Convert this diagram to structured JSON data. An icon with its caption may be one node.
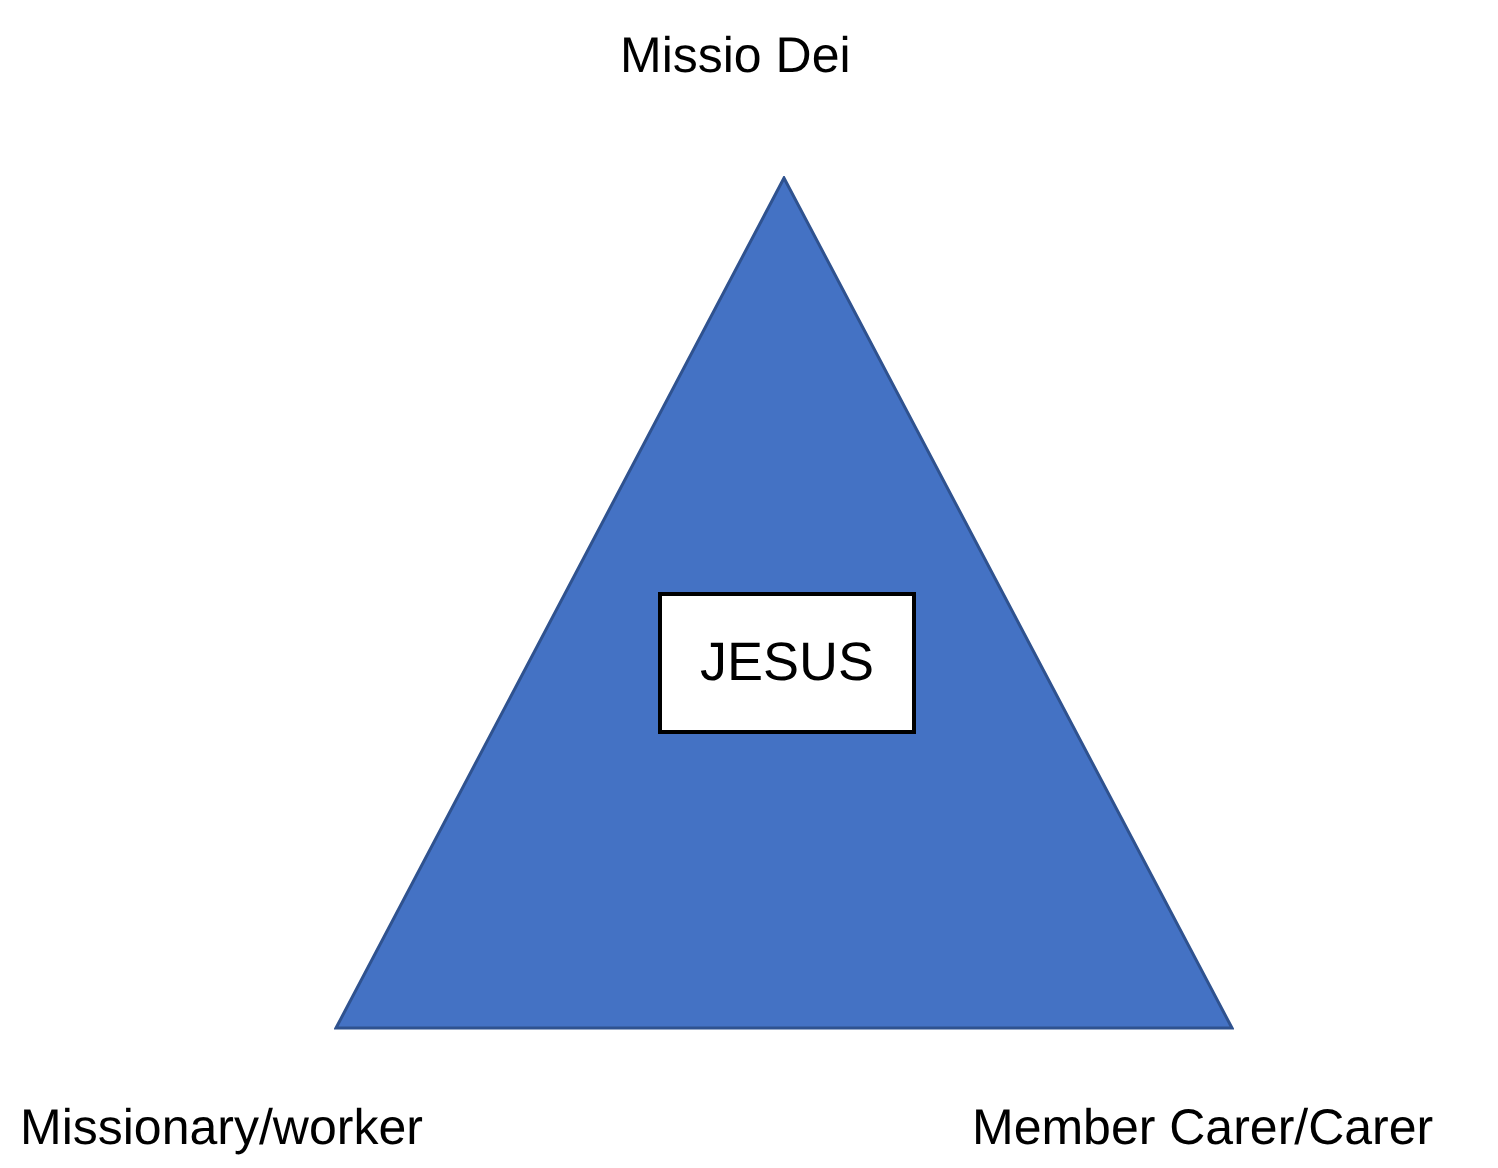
{
  "diagram": {
    "nodes": [
      {
        "text": [],
        "shape": "triangle"
      },
      {
        "text": [
          "JESUS"
        ],
        "in": 0
      }
    ],
    "labels": [
      "Missio Dei",
      "Missionary/worker",
      "Member Carer/Carer"
    ]
  }
}
